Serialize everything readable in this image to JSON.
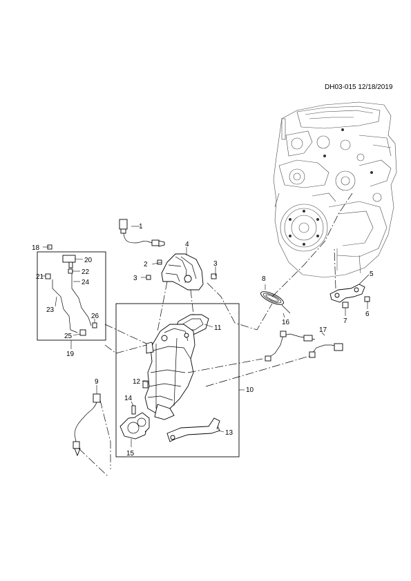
{
  "drawing_code": "DH03-015 12/18/2019",
  "callouts": [
    "1",
    "2",
    "3",
    "3",
    "4",
    "5",
    "6",
    "7",
    "8",
    "9",
    "10",
    "11",
    "12",
    "13",
    "14",
    "15",
    "16",
    "17",
    "18",
    "19",
    "20",
    "21",
    "22",
    "23",
    "24",
    "25",
    "26"
  ],
  "icons": {
    "engine": "engine-block-illustration",
    "catalytic_converter": "catalytic-converter-illustration",
    "oxygen_sensor": "oxygen-sensor-illustration",
    "gasket": "gasket-illustration",
    "bracket": "bracket-illustration",
    "pipe": "hose-pipe-illustration"
  }
}
